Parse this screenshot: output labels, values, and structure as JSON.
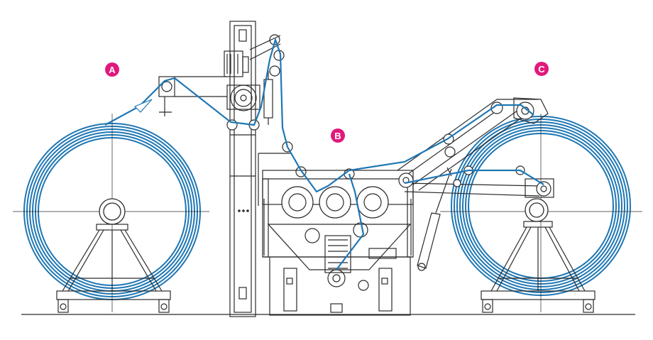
{
  "colors": {
    "tape": "#1f77b4",
    "line": "#2b2b2b",
    "marker": "#e0197d",
    "background": "#ffffff"
  },
  "markers": [
    {
      "id": "A",
      "label": "A"
    },
    {
      "id": "B",
      "label": "B"
    },
    {
      "id": "C",
      "label": "C"
    }
  ]
}
